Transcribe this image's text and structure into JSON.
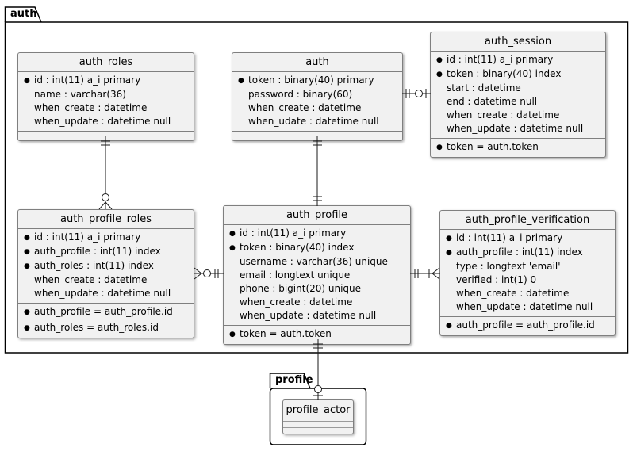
{
  "packages": {
    "auth": {
      "label": "auth"
    },
    "profile": {
      "label": "profile"
    }
  },
  "entities": {
    "auth_roles": {
      "title": "auth_roles",
      "rows": [
        {
          "dot": "●",
          "text": "id : int(11) a_i primary"
        },
        {
          "dot": "",
          "text": "name : varchar(36)"
        },
        {
          "dot": "",
          "text": "when_create : datetime"
        },
        {
          "dot": "",
          "text": "when_update : datetime null"
        }
      ],
      "footer_rows": []
    },
    "auth": {
      "title": "auth",
      "rows": [
        {
          "dot": "●",
          "text": "token : binary(40) primary"
        },
        {
          "dot": "",
          "text": "password : binary(60)"
        },
        {
          "dot": "",
          "text": "when_create : datetime"
        },
        {
          "dot": "",
          "text": "when_udate : datetime null"
        }
      ],
      "footer_rows": []
    },
    "auth_session": {
      "title": "auth_session",
      "rows": [
        {
          "dot": "●",
          "text": "id : int(11) a_i primary"
        },
        {
          "dot": "●",
          "text": "token : binary(40) index"
        },
        {
          "dot": "",
          "text": "start : datetime"
        },
        {
          "dot": "",
          "text": "end : datetime null"
        },
        {
          "dot": "",
          "text": "when_create : datetime"
        },
        {
          "dot": "",
          "text": "when_update : datetime null"
        }
      ],
      "footer_rows": [
        {
          "dot": "●",
          "text": "token = auth.token"
        }
      ]
    },
    "auth_profile_roles": {
      "title": "auth_profile_roles",
      "rows": [
        {
          "dot": "●",
          "text": "id : int(11) a_i primary"
        },
        {
          "dot": "●",
          "text": "auth_profile : int(11) index"
        },
        {
          "dot": "●",
          "text": "auth_roles : int(11) index"
        },
        {
          "dot": "",
          "text": "when_create : datetime"
        },
        {
          "dot": "",
          "text": "when_update : datetime null"
        }
      ],
      "footer_rows": [
        {
          "dot": "●",
          "text": "auth_profile = auth_profile.id"
        },
        {
          "dot": "●",
          "text": "auth_roles = auth_roles.id"
        }
      ]
    },
    "auth_profile": {
      "title": "auth_profile",
      "rows": [
        {
          "dot": "●",
          "text": "id : int(11) a_i primary"
        },
        {
          "dot": "●",
          "text": "token : binary(40) index"
        },
        {
          "dot": "",
          "text": "username : varchar(36) unique"
        },
        {
          "dot": "",
          "text": "email : longtext unique"
        },
        {
          "dot": "",
          "text": "phone : bigint(20) unique"
        },
        {
          "dot": "",
          "text": "when_create : datetime"
        },
        {
          "dot": "",
          "text": "when_update : datetime null"
        }
      ],
      "footer_rows": [
        {
          "dot": "●",
          "text": "token = auth.token"
        }
      ]
    },
    "auth_profile_verification": {
      "title": "auth_profile_verification",
      "rows": [
        {
          "dot": "●",
          "text": "id : int(11) a_i primary"
        },
        {
          "dot": "●",
          "text": "auth_profile : int(11) index"
        },
        {
          "dot": "",
          "text": "type : longtext 'email'"
        },
        {
          "dot": "",
          "text": "verified : int(1) 0"
        },
        {
          "dot": "",
          "text": "when_create : datetime"
        },
        {
          "dot": "",
          "text": "when_update : datetime null"
        }
      ],
      "footer_rows": [
        {
          "dot": "●",
          "text": "auth_profile = auth_profile.id"
        }
      ]
    },
    "profile_actor": {
      "title": "profile_actor",
      "rows": [],
      "footer_rows": []
    }
  },
  "relations": [
    {
      "from": "auth_roles",
      "to": "auth_profile_roles",
      "from_cardinality": "exactly-one",
      "to_cardinality": "zero-or-many"
    },
    {
      "from": "auth",
      "to": "auth_profile",
      "from_cardinality": "exactly-one",
      "to_cardinality": "exactly-one"
    },
    {
      "from": "auth",
      "to": "auth_session",
      "from_cardinality": "exactly-one",
      "to_cardinality": "zero-or-one"
    },
    {
      "from": "auth_profile_roles",
      "to": "auth_profile",
      "from_cardinality": "zero-or-many",
      "to_cardinality": "exactly-one"
    },
    {
      "from": "auth_profile",
      "to": "auth_profile_verification",
      "from_cardinality": "exactly-one",
      "to_cardinality": "one-or-many"
    },
    {
      "from": "auth_profile",
      "to": "profile_actor",
      "from_cardinality": "exactly-one",
      "to_cardinality": "zero-or-one"
    }
  ],
  "colors": {
    "entity_fill": "#F1F1F1",
    "entity_border": "#7F7F7F",
    "package_border": "#000000",
    "line": "#1A1A1A",
    "background": "#FFFFFF"
  }
}
